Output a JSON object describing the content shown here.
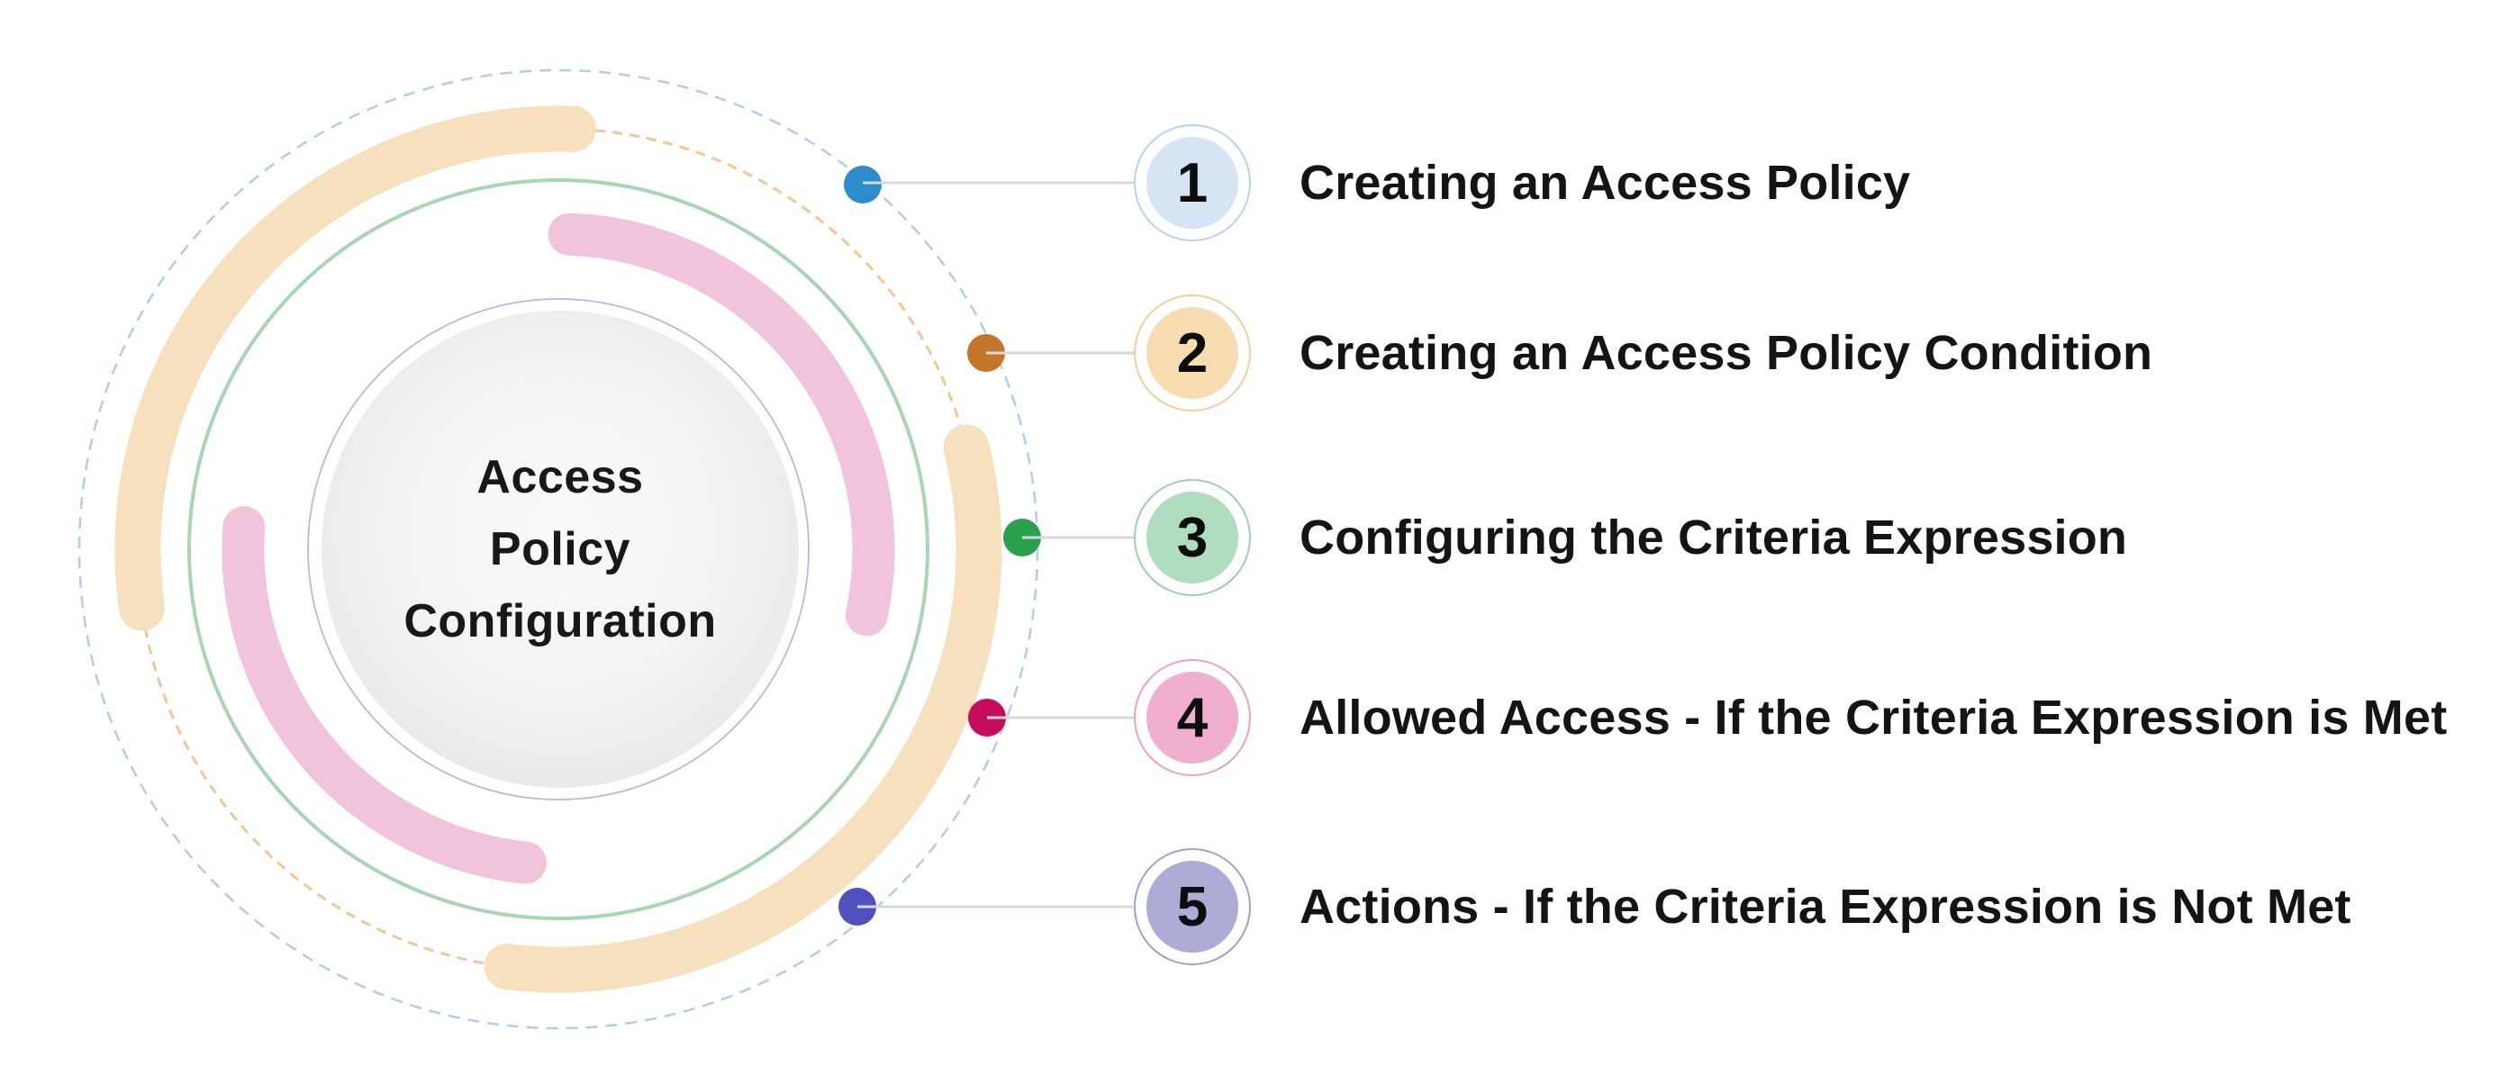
{
  "center": {
    "lines": [
      "Access",
      "Policy",
      "Configuration"
    ]
  },
  "steps": [
    {
      "number": "1",
      "label": "Creating an Access Policy",
      "colors": {
        "dot": "#2C8CCC",
        "fill": "#D6E4F4",
        "ring": "#B9D3EC"
      }
    },
    {
      "number": "2",
      "label": "Creating an Access Policy Condition",
      "colors": {
        "dot": "#C3752A",
        "fill": "#F6DCB0",
        "ring": "#EFCF9B"
      }
    },
    {
      "number": "3",
      "label": "Configuring the Criteria Expression",
      "colors": {
        "dot": "#2BA14C",
        "fill": "#AEDDC0",
        "ring": "#98D1AE"
      }
    },
    {
      "number": "4",
      "label": "Allowed Access - If the Criteria Expression is Met",
      "colors": {
        "dot": "#C70D5E",
        "fill": "#F0AFCD",
        "ring": "#ECA0C4"
      }
    },
    {
      "number": "5",
      "label": "Actions - If the Criteria Expression is Not Met",
      "colors": {
        "dot": "#5150C0",
        "fill": "#ACACD6",
        "ring": "#9FA0CD"
      }
    }
  ],
  "decor": {
    "outer_dashed_blue": "#B3CCE8",
    "dashed_orange": "#F2C795",
    "peach_arc": "#F7E0BE",
    "green_ring": "#A8D5B5",
    "pink_arc": "#F1C4DB",
    "lavender_ring": "#BDB7DF",
    "connector_gray": "#D9D9D9"
  }
}
